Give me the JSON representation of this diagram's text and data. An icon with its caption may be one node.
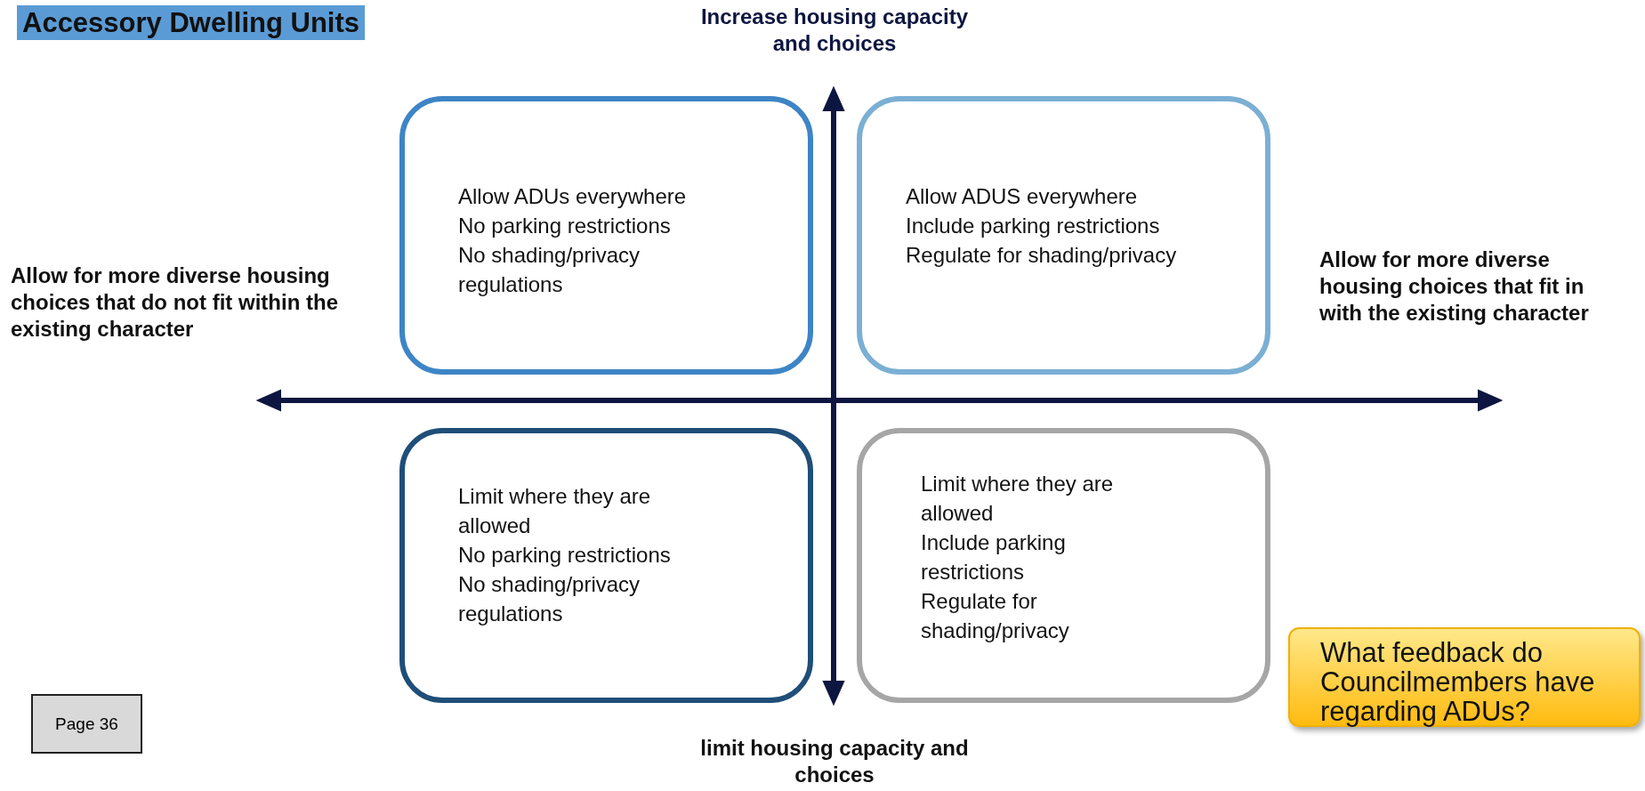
{
  "diagram": {
    "title": "Accessory Dwelling Units",
    "nodes": [
      {
        "text": [
          "Allow ADUs everywhere",
          "No parking restrictions",
          "No shading/privacy regulations"
        ]
      },
      {
        "text": [
          "Allow ADUS everywhere",
          "Include parking restrictions",
          "Regulate for shading/privacy"
        ]
      },
      {
        "text": [
          "Limit where they are allowed",
          "No parking restrictions",
          "No shading/privacy regulations"
        ]
      },
      {
        "text": [
          "Limit where they are allowed",
          "Include parking restrictions",
          "Regulate for shading/privacy"
        ]
      },
      {
        "text": [
          "Page 36"
        ]
      },
      {
        "text": [
          "What feedback do Councilmembers have regarding ADUs?"
        ]
      }
    ],
    "labels": [
      "Increase housing capacity and choices",
      "Allow for more diverse housing choices that do not fit within the existing character",
      "Allow for more diverse housing choices that fit in with the existing character",
      "limit housing capacity and choices"
    ]
  }
}
